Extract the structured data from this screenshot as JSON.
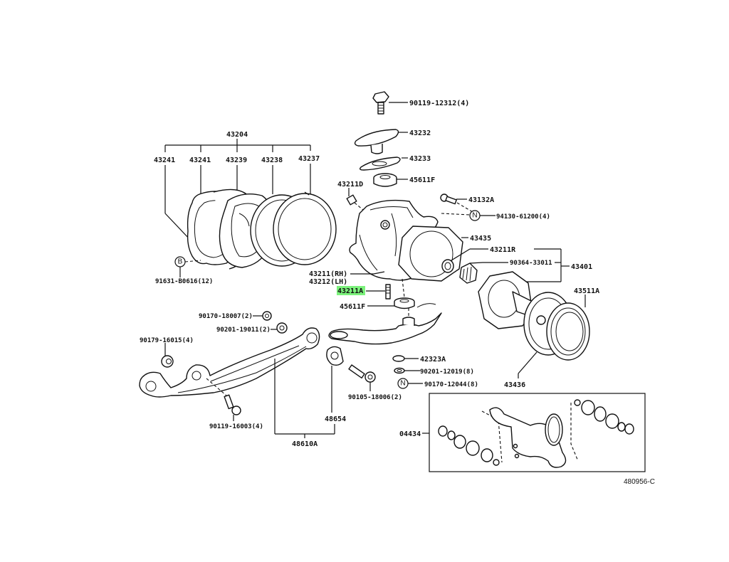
{
  "diagram": {
    "title": "Front axle steering knuckle and suspension parts diagram",
    "reference_code": "480956-C",
    "highlight_color": "#7cf27c",
    "highlighted_part": "43211A",
    "labels": {
      "p90119_12312": "90119-12312(4)",
      "p43232": "43232",
      "p43233": "43233",
      "p45611F_top": "45611F",
      "p43204": "43204",
      "p43241_a": "43241",
      "p43241_b": "43241",
      "p43239": "43239",
      "p43238": "43238",
      "p43237": "43237",
      "p43211D": "43211D",
      "p43132A": "43132A",
      "p94130_61200": "94130-61200(4)",
      "p43435": "43435",
      "p43211R": "43211R",
      "p90364_33011": "90364-33011",
      "p43401": "43401",
      "p91631_B0616": "91631-B0616(12)",
      "p43211_RH": "43211(RH)",
      "p43212_LH": "43212(LH)",
      "p43211A": "43211A",
      "p45611F_bottom": "45611F",
      "p43511A": "43511A",
      "p90170_18007": "90170-18007(2)",
      "p90201_19011": "90201-19011(2)",
      "p90179_16015": "90179-16015(4)",
      "p42323A": "42323A",
      "p90201_12019": "90201-12019(8)",
      "p90170_12044": "90170-12044(8)",
      "p90105_18006": "90105-18006(2)",
      "p43436": "43436",
      "p48654": "48654",
      "p90119_16003": "90119-16003(4)",
      "p48610A": "48610A",
      "p04434": "04434"
    },
    "callout_symbols": {
      "n_top": "N",
      "n_bottom": "N",
      "b": "B"
    }
  }
}
